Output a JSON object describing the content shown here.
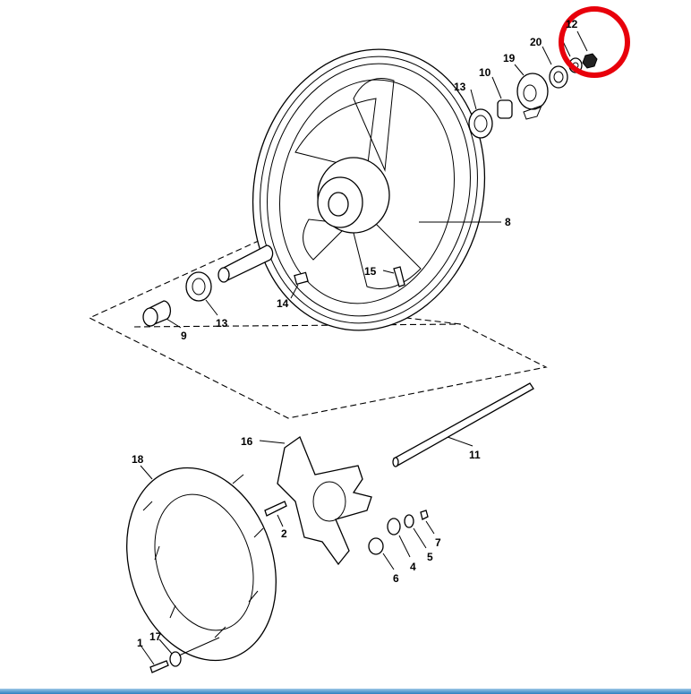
{
  "diagram": {
    "callouts": [
      {
        "id": "12",
        "label": "12",
        "highlighted": true
      },
      {
        "id": "20",
        "label": "20"
      },
      {
        "id": "19",
        "label": "19"
      },
      {
        "id": "10",
        "label": "10"
      },
      {
        "id": "13a",
        "label": "13"
      },
      {
        "id": "8",
        "label": "8"
      },
      {
        "id": "15",
        "label": "15"
      },
      {
        "id": "14",
        "label": "14"
      },
      {
        "id": "13b",
        "label": "13"
      },
      {
        "id": "9",
        "label": "9"
      },
      {
        "id": "11",
        "label": "11"
      },
      {
        "id": "16",
        "label": "16"
      },
      {
        "id": "18",
        "label": "18"
      },
      {
        "id": "2",
        "label": "2"
      },
      {
        "id": "7",
        "label": "7"
      },
      {
        "id": "5",
        "label": "5"
      },
      {
        "id": "4",
        "label": "4"
      },
      {
        "id": "6",
        "label": "6"
      },
      {
        "id": "1",
        "label": "1"
      },
      {
        "id": "17",
        "label": "17"
      }
    ],
    "highlight_color": "#e8000b"
  }
}
